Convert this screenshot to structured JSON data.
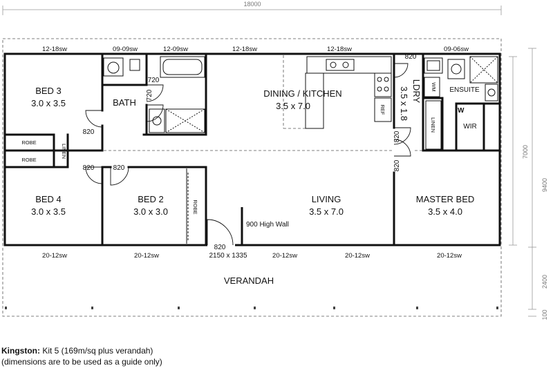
{
  "overall_width": "18000",
  "side_dims": {
    "house_depth": "7000",
    "total_depth": "9400",
    "verandah_depth": "2400",
    "edge": "100"
  },
  "rooms": {
    "bed3": {
      "name": "BED 3",
      "size": "3.0 x 3.5"
    },
    "bath": {
      "name": "BATH"
    },
    "dining": {
      "name": "DINING / KITCHEN",
      "size": "3.5 x 7.0"
    },
    "ldry": {
      "name": "LDRY",
      "size": "3.5 x 1.8"
    },
    "ensuite": {
      "name": "ENSUITE"
    },
    "wir": {
      "name": "WIR"
    },
    "bed4": {
      "name": "BED 4",
      "size": "3.0 x 3.5"
    },
    "bed2": {
      "name": "BED 2",
      "size": "3.0 x 3.0"
    },
    "living": {
      "name": "LIVING",
      "size": "3.5 x 7.0"
    },
    "master": {
      "name": "MASTER BED",
      "size": "3.5 x 4.0"
    },
    "verandah": {
      "name": "VERANDAH"
    }
  },
  "fixtures": {
    "robe1": "ROBE",
    "robe2": "ROBE",
    "robe3": "ROBE",
    "linen1": "LINEN",
    "linen2": "LINEN",
    "ref": "REF",
    "wm": "WM",
    "w": "W"
  },
  "wall_note": "900 High Wall",
  "door_sizes": {
    "bed3": "820",
    "bed4": "820",
    "bed2": "820",
    "bath1": "720",
    "bath2": "720",
    "ldry_top": "820",
    "ldry_side": "820",
    "master": "820",
    "entry": "820",
    "entry_size": "2150 x 1335"
  },
  "top_windows": [
    "12-18sw",
    "09-09sw",
    "12-09sw",
    "12-18sw",
    "12-18sw",
    "09-06sw"
  ],
  "bottom_windows": [
    "20-12sw",
    "20-12sw",
    "20-12sw",
    "20-12sw",
    "20-12sw"
  ],
  "caption": {
    "model": "Kingston:",
    "kit": " Kit 5 (169m/sq plus verandah)",
    "note": "(dimensions are to be used as a guide only)"
  }
}
